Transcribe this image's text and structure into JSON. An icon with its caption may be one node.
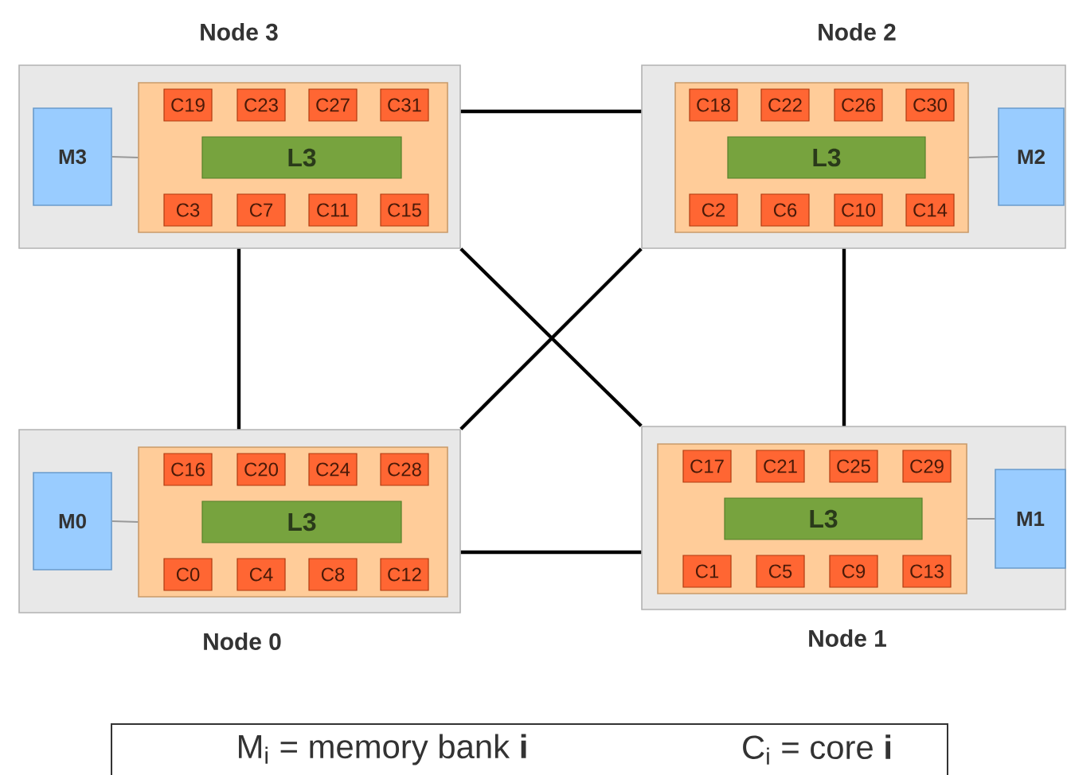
{
  "diagram": {
    "nodes": [
      {
        "text": [
          "Node 3"
        ]
      },
      {
        "text": [
          "M3"
        ],
        "in": 0
      },
      {
        "text": [],
        "shape": "box",
        "in": 0
      },
      {
        "text": [
          "C19"
        ],
        "in": 2
      },
      {
        "text": [
          "C23"
        ],
        "in": 2
      },
      {
        "text": [
          "C27"
        ],
        "in": 2
      },
      {
        "text": [
          "C31"
        ],
        "in": 2
      },
      {
        "text": [
          "L3"
        ],
        "in": 2
      },
      {
        "text": [
          "C3"
        ],
        "in": 2
      },
      {
        "text": [
          "C7"
        ],
        "in": 2
      },
      {
        "text": [
          "C11"
        ],
        "in": 2
      },
      {
        "text": [
          "C15"
        ],
        "in": 2
      },
      {
        "text": [
          "Node 2"
        ]
      },
      {
        "text": [],
        "shape": "box",
        "in": 12
      },
      {
        "text": [
          "C18"
        ],
        "in": 13
      },
      {
        "text": [
          "C22"
        ],
        "in": 13
      },
      {
        "text": [
          "C26"
        ],
        "in": 13
      },
      {
        "text": [
          "C30"
        ],
        "in": 13
      },
      {
        "text": [
          "L3"
        ],
        "in": 13
      },
      {
        "text": [
          "C2"
        ],
        "in": 13
      },
      {
        "text": [
          "C6"
        ],
        "in": 13
      },
      {
        "text": [
          "C10"
        ],
        "in": 13
      },
      {
        "text": [
          "C14"
        ],
        "in": 13
      },
      {
        "text": [
          "M2"
        ],
        "in": 12
      },
      {
        "text": [
          "Node 0"
        ]
      },
      {
        "text": [
          "M0"
        ],
        "in": 24
      },
      {
        "text": [],
        "shape": "box",
        "in": 24
      },
      {
        "text": [
          "C16"
        ],
        "in": 26
      },
      {
        "text": [
          "C20"
        ],
        "in": 26
      },
      {
        "text": [
          "C24"
        ],
        "in": 26
      },
      {
        "text": [
          "C28"
        ],
        "in": 26
      },
      {
        "text": [
          "L3"
        ],
        "in": 26
      },
      {
        "text": [
          "C0"
        ],
        "in": 26
      },
      {
        "text": [
          "C4"
        ],
        "in": 26
      },
      {
        "text": [
          "C8"
        ],
        "in": 26
      },
      {
        "text": [
          "C12"
        ],
        "in": 26
      },
      {
        "text": [
          "Node 1"
        ]
      },
      {
        "text": [],
        "shape": "box",
        "in": 36
      },
      {
        "text": [
          "C17"
        ],
        "in": 37
      },
      {
        "text": [
          "C21"
        ],
        "in": 37
      },
      {
        "text": [
          "C25"
        ],
        "in": 37
      },
      {
        "text": [
          "C29"
        ],
        "in": 37
      },
      {
        "text": [
          "L3"
        ],
        "in": 37
      },
      {
        "text": [
          "C1"
        ],
        "in": 37
      },
      {
        "text": [
          "C5"
        ],
        "in": 37
      },
      {
        "text": [
          "C9"
        ],
        "in": 37
      },
      {
        "text": [
          "C13"
        ],
        "in": 37
      },
      {
        "text": [
          "M1"
        ],
        "in": 36
      }
    ],
    "edges": [
      {
        "from": 1,
        "to": 2,
        "arrow": "none",
        "color": "#999999"
      },
      {
        "from": 13,
        "to": 23,
        "arrow": "none",
        "color": "#999999"
      },
      {
        "from": 25,
        "to": 26,
        "arrow": "none",
        "color": "#999999"
      },
      {
        "from": 37,
        "to": 47,
        "arrow": "none",
        "color": "#999999"
      },
      {
        "from": 0,
        "to": 12,
        "arrow": "none"
      },
      {
        "from": 0,
        "to": 24,
        "arrow": "none"
      },
      {
        "from": 0,
        "to": 36,
        "arrow": "none"
      },
      {
        "from": 12,
        "to": 24,
        "arrow": "none"
      },
      {
        "from": 12,
        "to": 36,
        "arrow": "none"
      },
      {
        "from": 24,
        "to": 36,
        "arrow": "none"
      }
    ],
    "labels": [
      "M$_{i}$ = memory bank **i**",
      "C$_{i}$ = core **i**"
    ]
  }
}
